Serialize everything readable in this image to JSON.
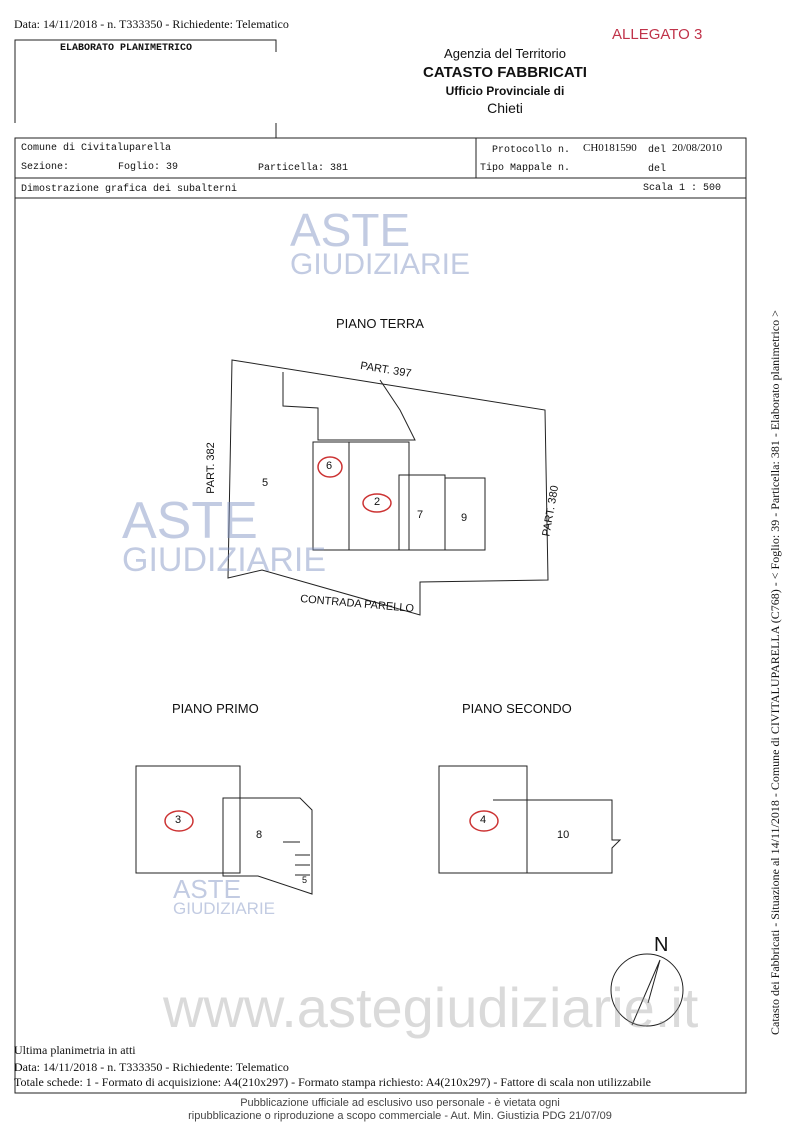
{
  "top_line": "Data: 14/11/2018 - n. T333350 - Richiedente: Telematico",
  "allegato": "ALLEGATO 3",
  "header": {
    "box_title": "ELABORATO PLANIMETRICO",
    "agency": "Agenzia del Territorio",
    "catasto": "CATASTO FABBRICATI",
    "ufficio": "Ufficio Provinciale di",
    "city": "Chieti"
  },
  "info": {
    "comune": "Comune di Civitaluparella",
    "sezione": "Sezione:",
    "foglio": "Foglio: 39",
    "particella": "Particella: 381",
    "protocollo_label": "Protocollo n.",
    "protocollo": "CH0181590",
    "del1": "del",
    "date": "20/08/2010",
    "tipo_mappale": "Tipo Mappale n.",
    "del2": "del",
    "dimostrazione": "Dimostrazione grafica dei subalterni",
    "scala": "Scala 1 : 500"
  },
  "plan": {
    "piano_terra": "PIANO TERRA",
    "piano_primo": "PIANO PRIMO",
    "piano_secondo": "PIANO SECONDO",
    "part397": "PART. 397",
    "part382": "PART. 382",
    "part380": "PART. 380",
    "contrada": "CONTRADA PARELLO",
    "north": "N",
    "units": {
      "u5": "5",
      "u6": "6",
      "u2": "2",
      "u7": "7",
      "u9": "9",
      "u3": "3",
      "u8": "8",
      "u5b": "5",
      "u4": "4",
      "u10": "10"
    }
  },
  "watermark": {
    "brand_top": "ASTE",
    "brand_bottom": "GIUDIZIARIE",
    "url": "www.astegiudiziarie.it",
    "notice1": "Pubblicazione ufficiale ad esclusivo uso personale - è vietata ogni",
    "notice2": "ripubblicazione o riproduzione a scopo commerciale - Aut. Min. Giustizia PDG 21/07/09"
  },
  "side_text": "Catasto dei Fabbricati - Situazione al 14/11/2018 - Comune di CIVITALUPARELLA (C768) - < Foglio: 39 - Particella: 381 - Elaborato planimetrico >",
  "footer": {
    "ultima": "Ultima planimetria in atti",
    "data_line": "Data: 14/11/2018 - n. T333350 - Richiedente: Telematico",
    "totale": "Totale schede: 1 - Formato di acquisizione: A4(210x297)  - Formato stampa richiesto: A4(210x297) - Fattore di scala non utilizzabile"
  }
}
